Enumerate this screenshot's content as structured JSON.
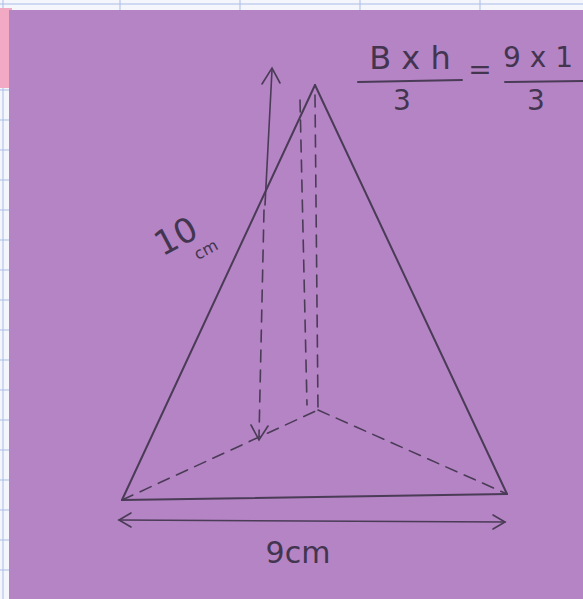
{
  "diagram": {
    "labels": [
      "B x h",
      "3",
      "=",
      "9 x 1",
      "3",
      "10",
      "cm",
      "9cm"
    ]
  }
}
